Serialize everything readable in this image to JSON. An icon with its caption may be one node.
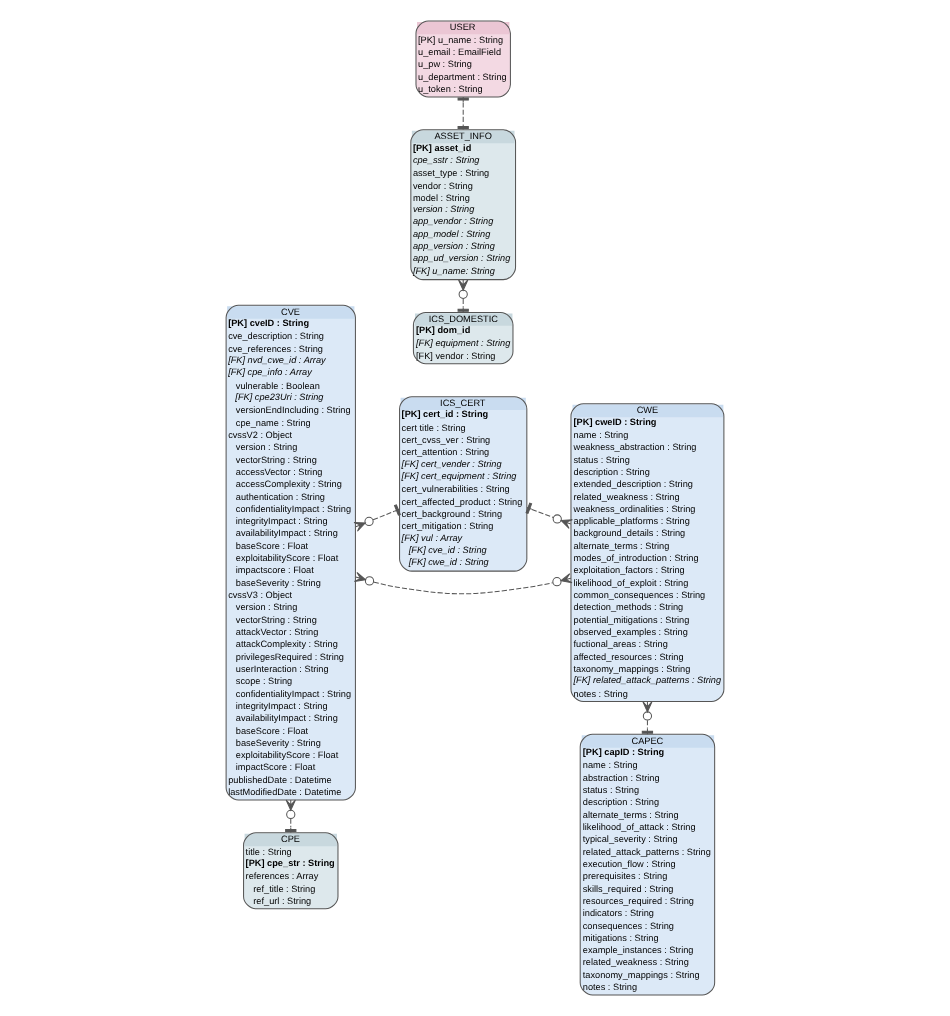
{
  "diagram": {
    "nodes": [
      {
        "text": [
          "CVE",
          "[PK] cveID : String",
          "cve_description : String",
          "cve_references : String",
          "[FK] nvd_cwe_id : Array",
          "[FK] cpe_info : Array",
          "vulnerable : Boolean",
          "[FK] cpe23Uri : String",
          "versionEndIncluding : String",
          "cpe_name : String",
          "cvssV2 : Object",
          "version : String",
          "vectorString : String",
          "accessVector : String",
          "accessComplexity : String",
          "authentication : String",
          "confidentialityImpact : String",
          "integrityImpact : String",
          "availabilityImpact : String",
          "baseScore : Float",
          "exploitabilityScore : Float",
          "impactscore : Float",
          "baseSeverity : String",
          "cvssV3 : Object",
          "version : String",
          "vectorString : String",
          "attackVector : String",
          "attackComplexity : String",
          "privilegesRequired : String",
          "userInteraction : String",
          "scope : String",
          "confidentialityImpact : String",
          "integrityImpact : String",
          "availabilityImpact : String",
          "baseScore : Float",
          "baseSeverity : String",
          "exploitabilityScore : Float",
          "impactScore : Float",
          "publishedDate : Datetime",
          "lastModifiedDate : Datetime"
        ]
      },
      {
        "text": [
          "CPE",
          "title : String",
          "[PK] cpe_str : String",
          "references : Array",
          "ref_title : String",
          "ref_url : String"
        ]
      },
      {
        "text": [
          "ICS_CERT",
          "[PK] cert_id : String",
          "cert title : String",
          "cert_cvss_ver : String",
          "cert_attention : String",
          "[FK] cert_vender : String",
          "[FK] cert_equipment : String",
          "cert_vulnerabilities : String",
          "cert_affected_product : String",
          "cert_background : String",
          "cert_mitigation : String",
          "[FK] vul : Array",
          "[FK] cve_id : String",
          "[FK] cwe_id : String"
        ]
      },
      {
        "text": [
          "USER",
          "[PK] u_name : String",
          "u_email : EmailField",
          "u_pw : String",
          "u_department : String",
          "u_token : String"
        ]
      },
      {
        "text": [
          "ASSET_INFO",
          "[PK] asset_id",
          "cpe_sstr : String",
          "asset_type : String",
          "vendor : String",
          "model : String",
          "version : String",
          "app_vendor : String",
          "app_model : String",
          "app_version : String",
          "app_ud_version : String",
          "[FK] u_name: String"
        ]
      },
      {
        "text": [
          "ICS_DOMESTIC",
          "[PK] dom_id",
          "[FK] equipment : String",
          "[FK] vendor : String"
        ]
      },
      {
        "text": [
          "CWE",
          "[PK] cweID : String",
          "name : String",
          "weakness_abstraction : String",
          "status : String",
          "description : String",
          "extended_description : String",
          "related_weakness : String",
          "weakness_ordinalities : String",
          "applicable_platforms : String",
          "background_details : String",
          "alternate_terms : String",
          "modes_of_introduction : String",
          "exploitation_factors : String",
          "likelihood_of_exploit : String",
          "common_consequences : String",
          "detection_methods : String",
          "potential_mitigations : String",
          "observed_examples : String",
          "fuctional_areas : String",
          "affected_resources : String",
          "taxonomy_mappings : String",
          "[FK] related_attack_patterns : String",
          "notes : String"
        ]
      },
      {
        "text": [
          "CAPEC",
          "[PK] capID : String",
          "name : String",
          "abstraction : String",
          "status : String",
          "description : String",
          "alternate_terms : String",
          "likelihood_of_attack : String",
          "typical_severity : String",
          "related_attack_patterns : String",
          "execution_flow : String",
          "prerequisites : String",
          "skills_required : String",
          "resources_required : String",
          "indicators : String",
          "consequences : String",
          "mitigations : String",
          "example_instances : String",
          "related_weakness : String",
          "taxonomy_mappings : String",
          "notes : String"
        ]
      }
    ],
    "edges": [
      {
        "from": 0,
        "to": 6,
        "arrow": "other",
        "style": "dashed"
      },
      {
        "from": 0,
        "to": 2,
        "arrow": "other",
        "style": "dashed"
      },
      {
        "from": 0,
        "to": 1,
        "arrow": "other",
        "style": "dashed"
      },
      {
        "from": 2,
        "to": 6,
        "arrow": "other",
        "style": "dashed"
      },
      {
        "from": 6,
        "to": 7,
        "arrow": "other",
        "style": "dashed"
      },
      {
        "from": 3,
        "to": 4,
        "arrow": "other",
        "style": "dashed"
      },
      {
        "from": 4,
        "to": 5,
        "arrow": "other",
        "style": "dashed"
      }
    ]
  }
}
